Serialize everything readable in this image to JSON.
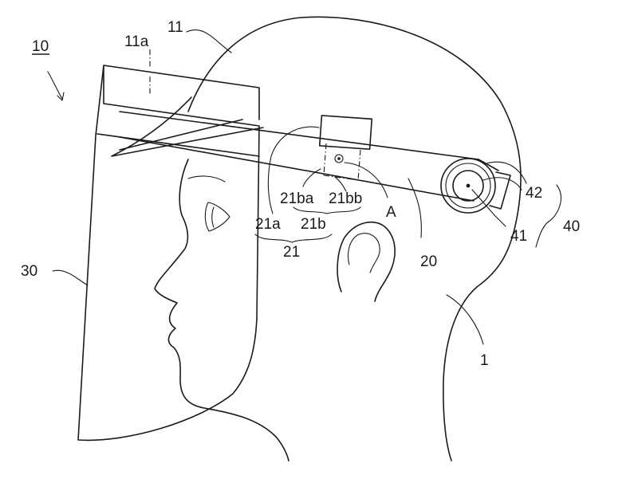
{
  "labels": {
    "device": "10",
    "cap": "11",
    "brim": "11a",
    "shield": "30",
    "band": "20",
    "head": "1",
    "adjuster_group": "40",
    "knob_center": "41",
    "knob_rings": "42",
    "point": "A",
    "part_21": "21",
    "part_21a": "21a",
    "part_21b": "21b",
    "part_21ba": "21ba",
    "part_21bb": "21bb"
  }
}
